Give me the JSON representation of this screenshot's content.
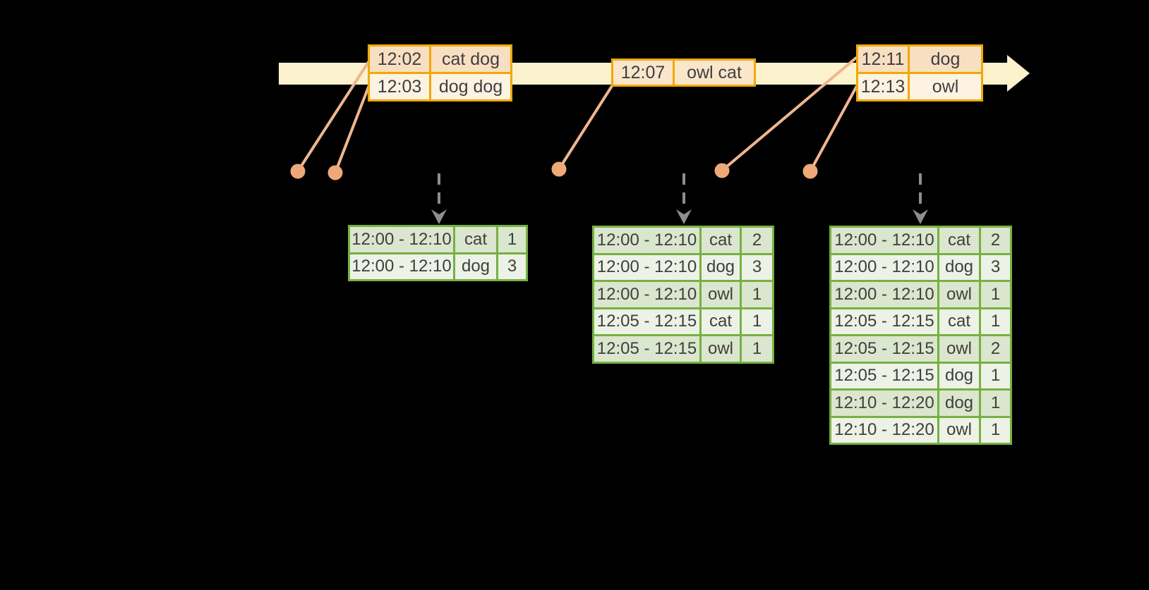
{
  "colors": {
    "background": "#000000",
    "timeline_band": "#FCF2CE",
    "orange_border": "#F2A802",
    "orange_row_dark": "#F9DFC1",
    "orange_row_light": "#FDF3E2",
    "orange_row_mid": "#FAE6CB",
    "dot": "#EFA878",
    "connector": "#F0B68E",
    "arrow_gray": "#8E8E8E",
    "green_border": "#77B043",
    "green_row_dark": "#DAE6CD",
    "green_row_light": "#EDF2E7",
    "text": "#3F3F3F"
  },
  "event_tables": [
    {
      "rows": [
        {
          "time": "12:02",
          "words": "cat dog",
          "shade": "dark"
        },
        {
          "time": "12:03",
          "words": "dog dog",
          "shade": "light"
        }
      ]
    },
    {
      "rows": [
        {
          "time": "12:07",
          "words": "owl cat",
          "shade": "mid"
        }
      ]
    },
    {
      "rows": [
        {
          "time": "12:11",
          "words": "dog",
          "shade": "dark"
        },
        {
          "time": "12:13",
          "words": "owl",
          "shade": "light"
        }
      ]
    }
  ],
  "result_tables": [
    {
      "rows": [
        [
          "12:00 - 12:10",
          "cat",
          "1"
        ],
        [
          "12:00 - 12:10",
          "dog",
          "3"
        ]
      ]
    },
    {
      "rows": [
        [
          "12:00 - 12:10",
          "cat",
          "2"
        ],
        [
          "12:00 - 12:10",
          "dog",
          "3"
        ],
        [
          "12:00 - 12:10",
          "owl",
          "1"
        ],
        [
          "12:05 - 12:15",
          "cat",
          "1"
        ],
        [
          "12:05 - 12:15",
          "owl",
          "1"
        ]
      ]
    },
    {
      "rows": [
        [
          "12:00 - 12:10",
          "cat",
          "2"
        ],
        [
          "12:00 - 12:10",
          "dog",
          "3"
        ],
        [
          "12:00 - 12:10",
          "owl",
          "1"
        ],
        [
          "12:05 - 12:15",
          "cat",
          "1"
        ],
        [
          "12:05 - 12:15",
          "owl",
          "2"
        ],
        [
          "12:05 - 12:15",
          "dog",
          "1"
        ],
        [
          "12:10 - 12:20",
          "dog",
          "1"
        ],
        [
          "12:10 - 12:20",
          "owl",
          "1"
        ]
      ]
    }
  ]
}
